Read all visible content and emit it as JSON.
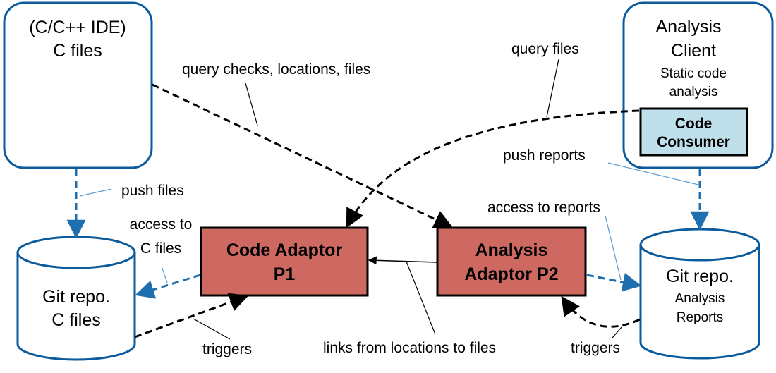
{
  "ide_box": {
    "line1": "(C/C++ IDE)",
    "line2": "C files"
  },
  "client_box": {
    "line1": "Analysis",
    "line2": "Client",
    "line3": "Static code",
    "line4": "analysis"
  },
  "code_consumer": {
    "line1": "Code",
    "line2": "Consumer"
  },
  "code_adaptor": {
    "line1": "Code Adaptor",
    "line2": "P1"
  },
  "analysis_adaptor": {
    "line1": "Analysis",
    "line2": "Adaptor P2"
  },
  "git_c_files": {
    "line1": "Git repo.",
    "line2": "C files"
  },
  "git_reports": {
    "line1": "Git repo.",
    "line2": "Analysis",
    "line3": "Reports"
  },
  "labels": {
    "query_checks": "query checks, locations, files",
    "query_files": "query files",
    "push_reports": "push reports",
    "push_files": "push files",
    "access_reports": "access to reports",
    "access_c_files_1": "access to",
    "access_c_files_2": "C files",
    "triggers_left": "triggers",
    "links": "links from locations to files",
    "triggers_right": "triggers"
  },
  "colors": {
    "blue_border": "#0b5a9c",
    "blue_arrow": "#1f6fb0",
    "adaptor_fill": "#cd6961",
    "consumer_fill": "#bfe0ea"
  }
}
